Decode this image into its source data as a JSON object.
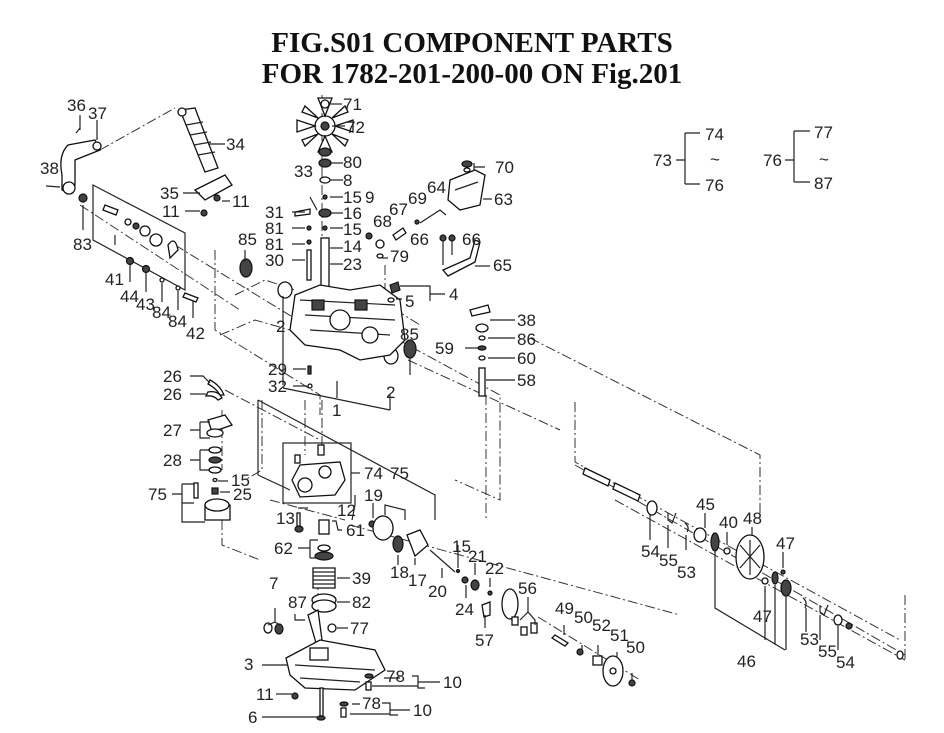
{
  "header": {
    "title_line1": "FIG.S01  COMPONENT PARTS",
    "title_line2": "FOR 1782-201-200-00 ON Fig.201"
  },
  "legend_groups": [
    {
      "parent": "73",
      "from": "74",
      "to": "76",
      "range_symbol": "~"
    },
    {
      "parent": "76",
      "from": "77",
      "to": "87",
      "range_symbol": "~"
    }
  ],
  "callouts": {
    "c36": "36",
    "c37": "37",
    "c34": "34",
    "c38a": "38",
    "c35": "35",
    "c11a": "11",
    "c11b": "11",
    "c83": "83",
    "c41": "41",
    "c44": "44",
    "c43": "43",
    "c84a": "84",
    "c84b": "84",
    "c42": "42",
    "c71": "71",
    "c72": "72",
    "c80": "80",
    "c8": "8",
    "c33": "33",
    "c15a": "15",
    "c9": "9",
    "c31": "31",
    "c16": "16",
    "c81a": "81",
    "c15b": "15",
    "c81b": "81",
    "c14": "14",
    "c30": "30",
    "c23": "23",
    "c85a": "85",
    "c70": "70",
    "c63": "63",
    "c64": "64",
    "c69": "69",
    "c67": "67",
    "c68": "68",
    "c66a": "66",
    "c66b": "66",
    "c65": "65",
    "c79": "79",
    "c4": "4",
    "c5": "5",
    "c2a": "2",
    "c85b": "85",
    "c2b": "2",
    "c38b": "38",
    "c86": "86",
    "c59": "59",
    "c60": "60",
    "c58": "58",
    "c29": "29",
    "c32": "32",
    "c1": "1",
    "c26a": "26",
    "c26b": "26",
    "c27": "27",
    "c28": "28",
    "c15c": "15",
    "c75a": "75",
    "c25": "25",
    "c74": "74",
    "c75b": "75",
    "c12": "12",
    "c13": "13",
    "c61": "61",
    "c19": "19",
    "c62": "62",
    "c18": "18",
    "c17": "17",
    "c20": "20",
    "c15d": "15",
    "c21": "21",
    "c22": "22",
    "c24": "24",
    "c56": "56",
    "c57": "57",
    "c39": "39",
    "c7": "7",
    "c87": "87",
    "c82": "82",
    "c77": "77",
    "c3": "3",
    "c78a": "78",
    "c10a": "10",
    "c11c": "11",
    "c78b": "78",
    "c10b": "10",
    "c6": "6",
    "c49": "49",
    "c50a": "50",
    "c52": "52",
    "c51": "51",
    "c50b": "50",
    "c54a": "54",
    "c55a": "55",
    "c53a": "53",
    "c45": "45",
    "c40": "40",
    "c48": "48",
    "c47a": "47",
    "c47b": "47",
    "c46": "46",
    "c53b": "53",
    "c55b": "55",
    "c54b": "54"
  },
  "icons": {
    "fan": "fan-icon",
    "housing": "transmission-housing-icon",
    "gear": "gear-icon",
    "spring": "spring-icon",
    "shock": "shock-absorber-icon"
  }
}
